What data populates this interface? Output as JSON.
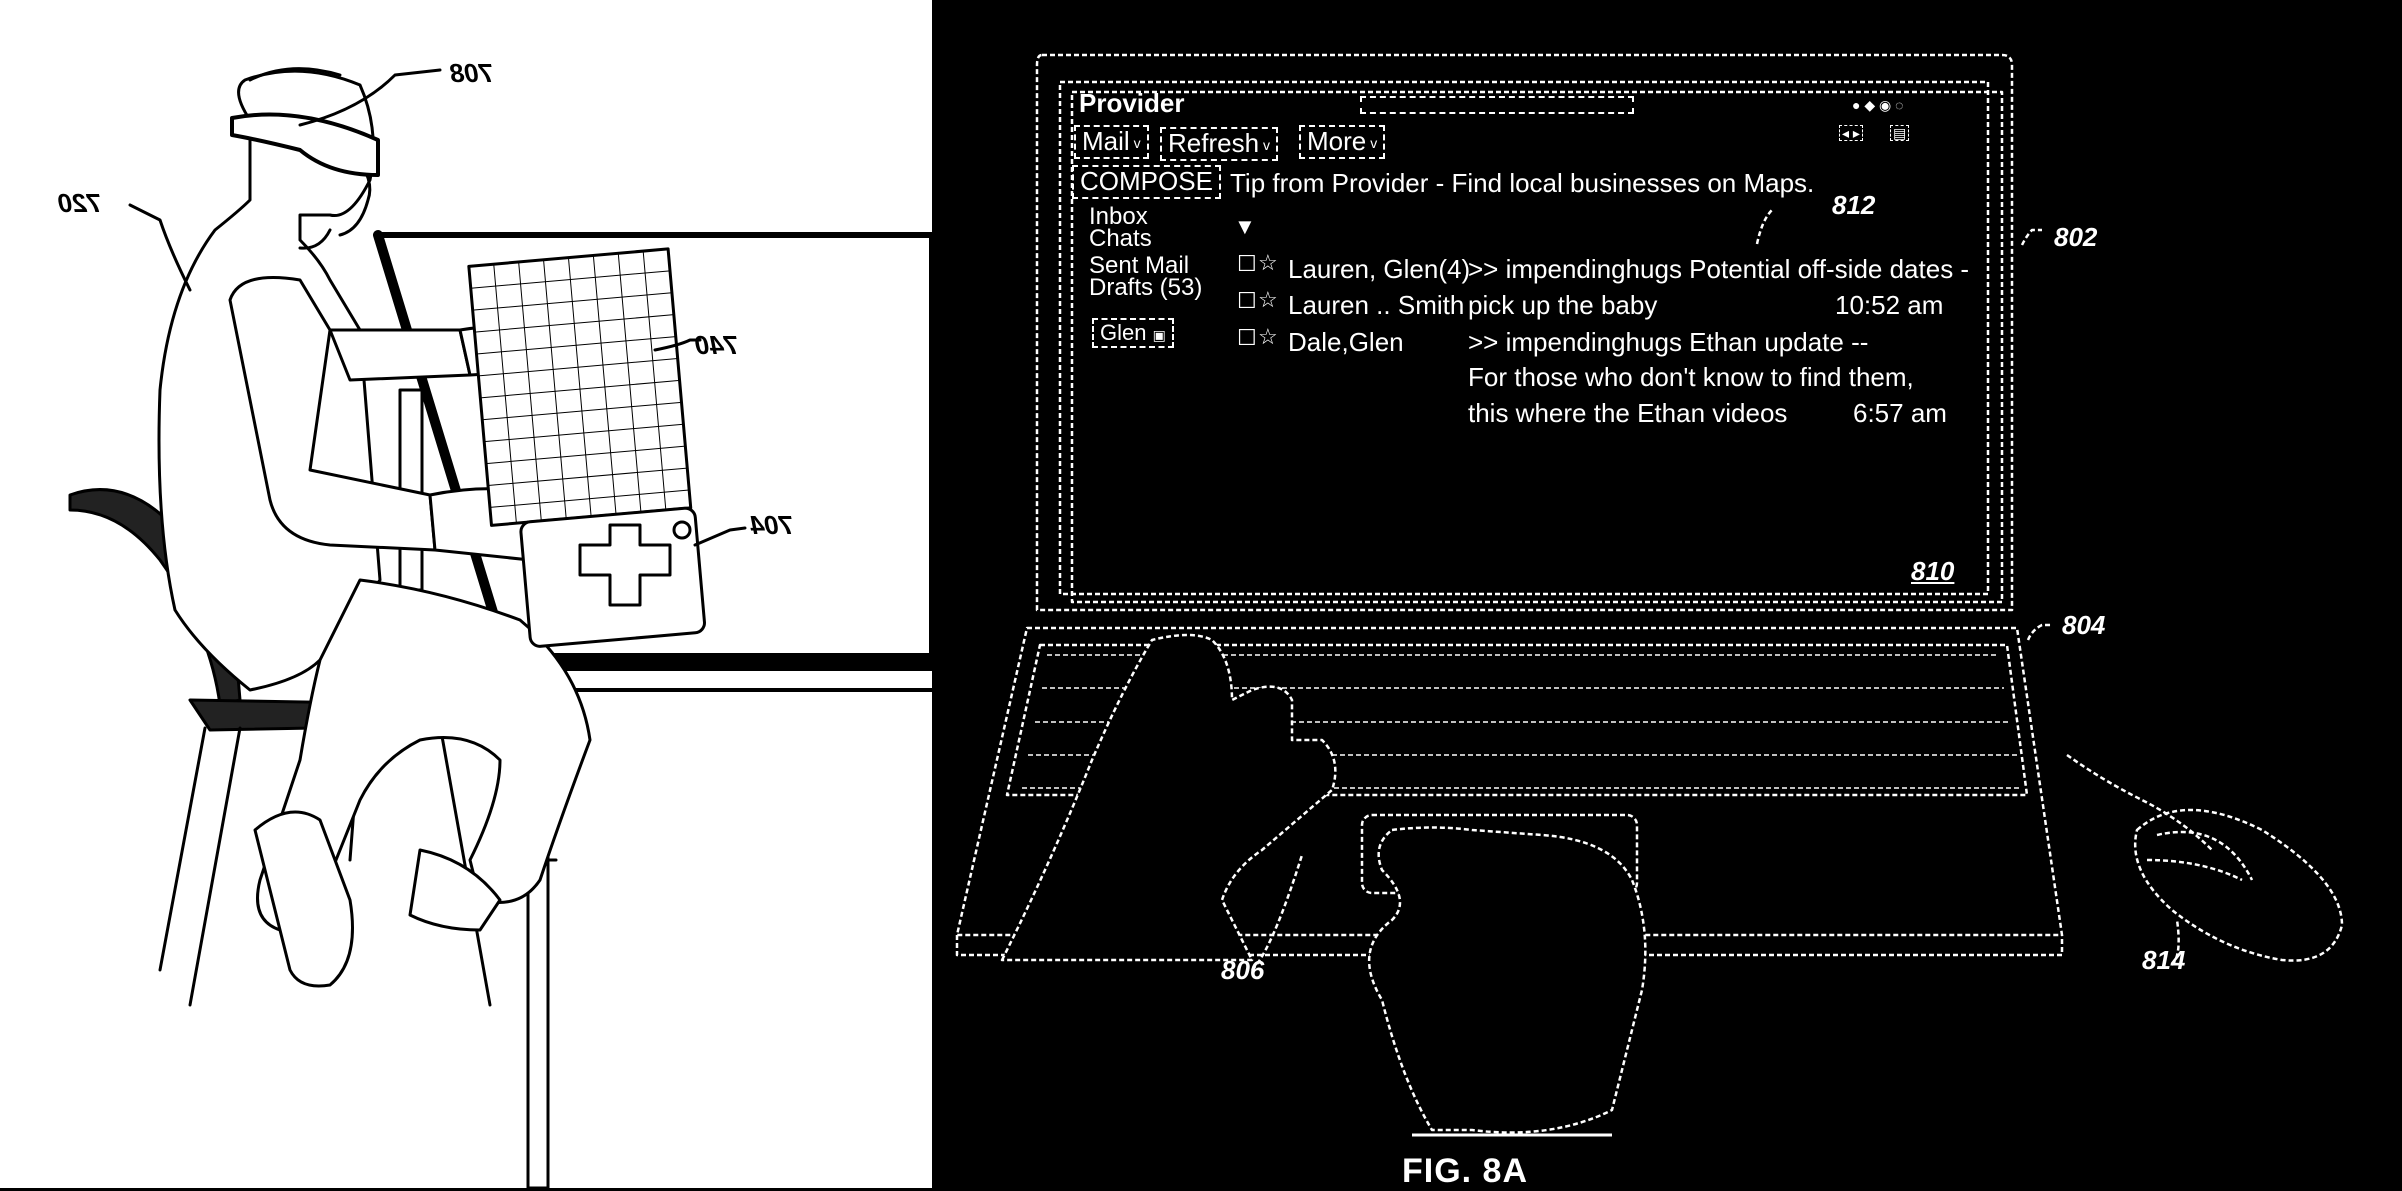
{
  "figure_caption": "FIG. 8A",
  "left_refs": {
    "r708": "708",
    "r720": "720",
    "r740": "740",
    "r704": "704"
  },
  "right_refs": {
    "r802": "802",
    "r804": "804",
    "r806": "806",
    "r810": "810",
    "r812": "812",
    "r814": "814"
  },
  "screen": {
    "app_title": "Provider",
    "toolbar": {
      "mail": "Mail",
      "refresh": "Refresh",
      "more": "More"
    },
    "compose_label": "COMPOSE",
    "tip": "Tip from Provider - Find local businesses on Maps.",
    "nav": {
      "inbox": "Inbox",
      "chats": "Chats",
      "sent": "Sent Mail",
      "drafts": "Drafts (53)"
    },
    "chat_user": "Glen",
    "messages": [
      {
        "sender": "Lauren, Glen(4)",
        "line1": ">> impendinghugs Potential off-side dates -",
        "line2": " pick up the baby",
        "time": "10:52 am"
      },
      {
        "sender": "Lauren .. Smith",
        "line1": "",
        "line2": "",
        "time": ""
      },
      {
        "sender": "Dale,Glen",
        "line1": ">> impendinghugs Ethan update --",
        "line2": "For those who don't know to find them,",
        "line3": "this where the Ethan videos",
        "time": "6:57 am"
      }
    ],
    "sort_arrow": "▼",
    "checkbox_glyph": "☐",
    "star_glyph": "☆"
  },
  "icons": [
    "headset-icon",
    "keyboard-icon",
    "gamepad-icon",
    "mouse-icon",
    "touchpad-icon"
  ]
}
